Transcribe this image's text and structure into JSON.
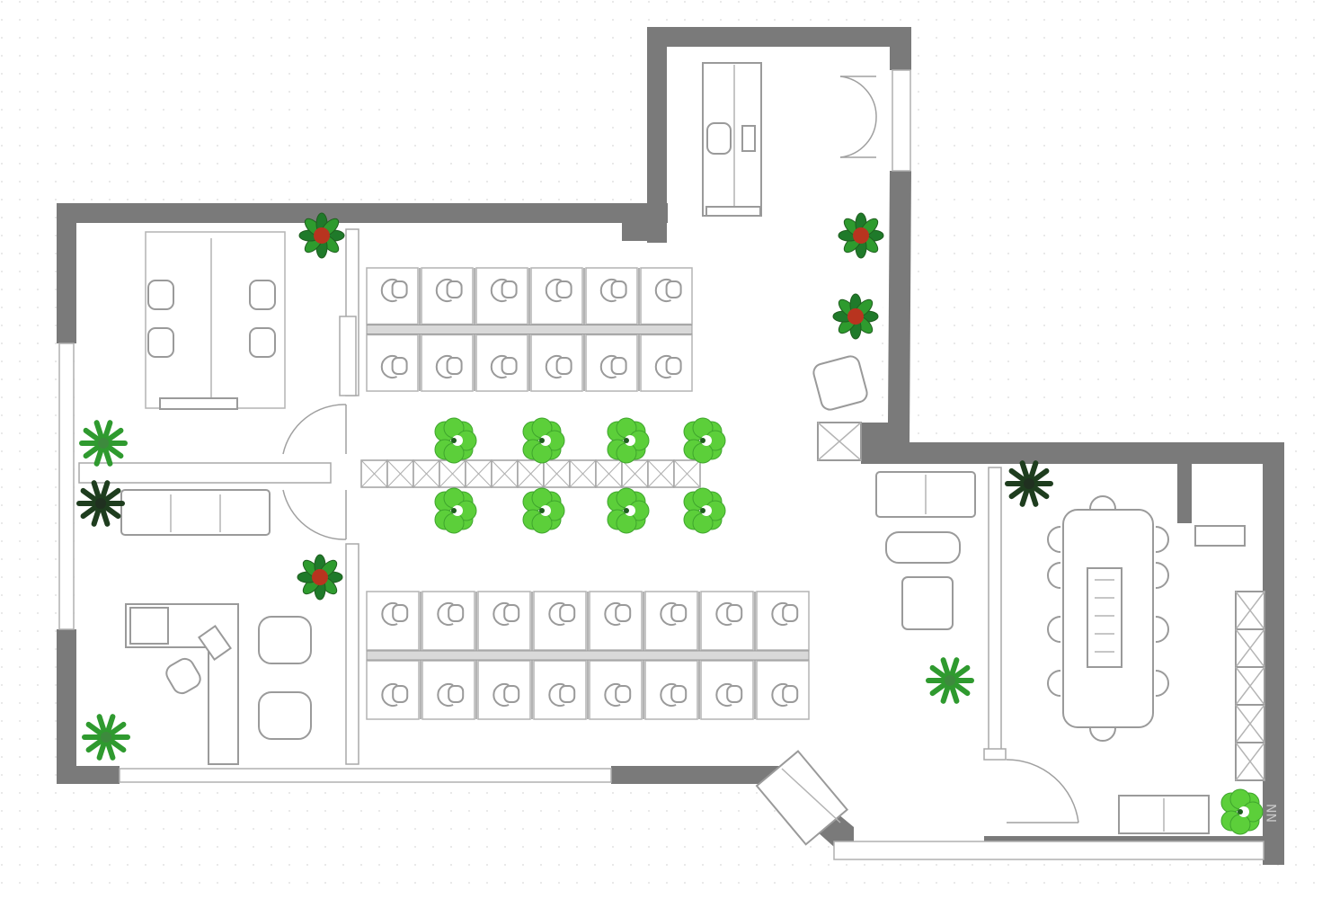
{
  "plan": {
    "colors": {
      "wall": "#7a7a7a",
      "floor": "#ffffff",
      "grid_dot": "#e2e2e2",
      "furniture_stroke": "#9a9a9a",
      "plant_green": "#2e9b2e",
      "plant_light_green": "#5ccf3a",
      "plant_red": "#b8341f"
    },
    "rooms": [
      {
        "id": "office-top-left"
      },
      {
        "id": "open-workspace-top"
      },
      {
        "id": "reception-corridor"
      },
      {
        "id": "office-bottom-left"
      },
      {
        "id": "open-workspace-bottom"
      },
      {
        "id": "top-room"
      },
      {
        "id": "lounge"
      },
      {
        "id": "meeting-room"
      }
    ],
    "icons": [
      "wall-icon",
      "desk-icon",
      "chair-icon",
      "sofa-icon",
      "plant-icon",
      "door-swing-icon",
      "storage-cabinet-icon",
      "conference-table-icon"
    ],
    "watermark": "NN"
  }
}
